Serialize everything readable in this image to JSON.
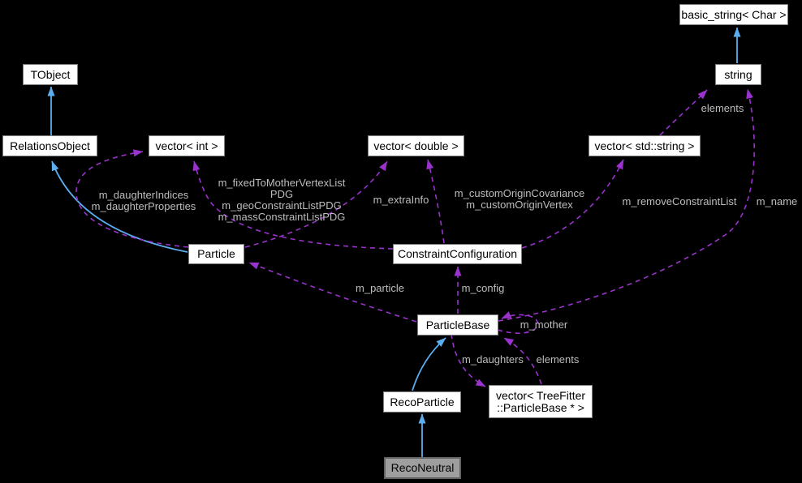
{
  "diagram": {
    "kind": "doxygen-collaboration-graph",
    "focus_node": "RecoNeutral"
  },
  "colors": {
    "background": "#000000",
    "node_fill": "#ffffff",
    "node_border": "#7d7d7d",
    "node_text": "#000000",
    "current_node_fill": "#9e9e9e",
    "inheritance_edge": "#5caef0",
    "usage_edge": "#9a32cd",
    "edge_label_text": "#bdbdbd"
  },
  "nodes": {
    "basic_string": {
      "label": "basic_string< Char >"
    },
    "string": {
      "label": "string"
    },
    "tobject": {
      "label": "TObject"
    },
    "relations_object": {
      "label": "RelationsObject"
    },
    "vector_int": {
      "label": "vector< int >"
    },
    "vector_double": {
      "label": "vector< double >"
    },
    "vector_std_string": {
      "label": "vector< std::string >"
    },
    "particle": {
      "label": "Particle"
    },
    "constraint_configuration": {
      "label": "ConstraintConfiguration"
    },
    "particle_base": {
      "label": "ParticleBase"
    },
    "reco_particle": {
      "label": "RecoParticle"
    },
    "vector_treefitter_particlebase": {
      "label": "vector< TreeFitter\n::ParticleBase * >"
    },
    "reco_neutral": {
      "label": "RecoNeutral"
    }
  },
  "edge_labels": {
    "elements_string": "elements",
    "m_daughter": "m_daughterIndices\nm_daughterProperties",
    "m_fixed": "m_fixedToMotherVertexList\nPDG\nm_geoConstraintListPDG\nm_massConstraintListPDG",
    "m_extra_info": "m_extraInfo",
    "m_custom_origin": "m_customOriginCovariance\nm_customOriginVertex",
    "m_remove_constraint_list": "m_removeConstraintList",
    "m_name": "m_name",
    "m_particle": "m_particle",
    "m_config": "m_config",
    "m_mother": "m_mother",
    "m_daughters": "m_daughters",
    "elements_particlebase": "elements"
  }
}
